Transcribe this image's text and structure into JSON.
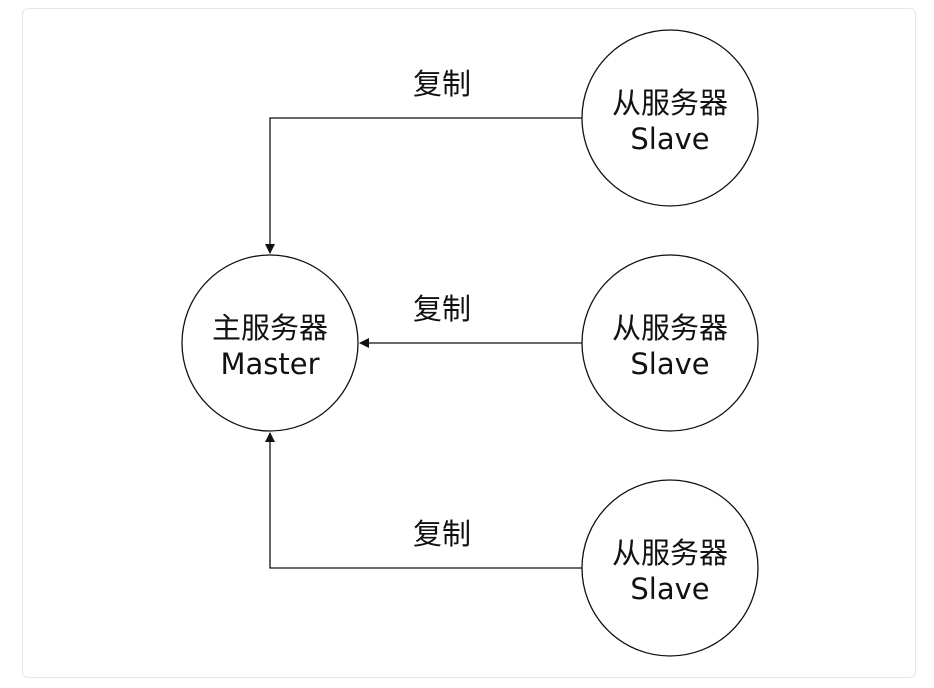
{
  "master": {
    "line1": "主服务器",
    "line2": "Master"
  },
  "slaves": [
    {
      "line1": "从服务器",
      "line2": "Slave"
    },
    {
      "line1": "从服务器",
      "line2": "Slave"
    },
    {
      "line1": "从服务器",
      "line2": "Slave"
    }
  ],
  "edges": [
    {
      "label": "复制"
    },
    {
      "label": "复制"
    },
    {
      "label": "复制"
    }
  ],
  "colors": {
    "stroke": "#111111",
    "frame_border": "#e6e6e6",
    "background": "#ffffff"
  }
}
